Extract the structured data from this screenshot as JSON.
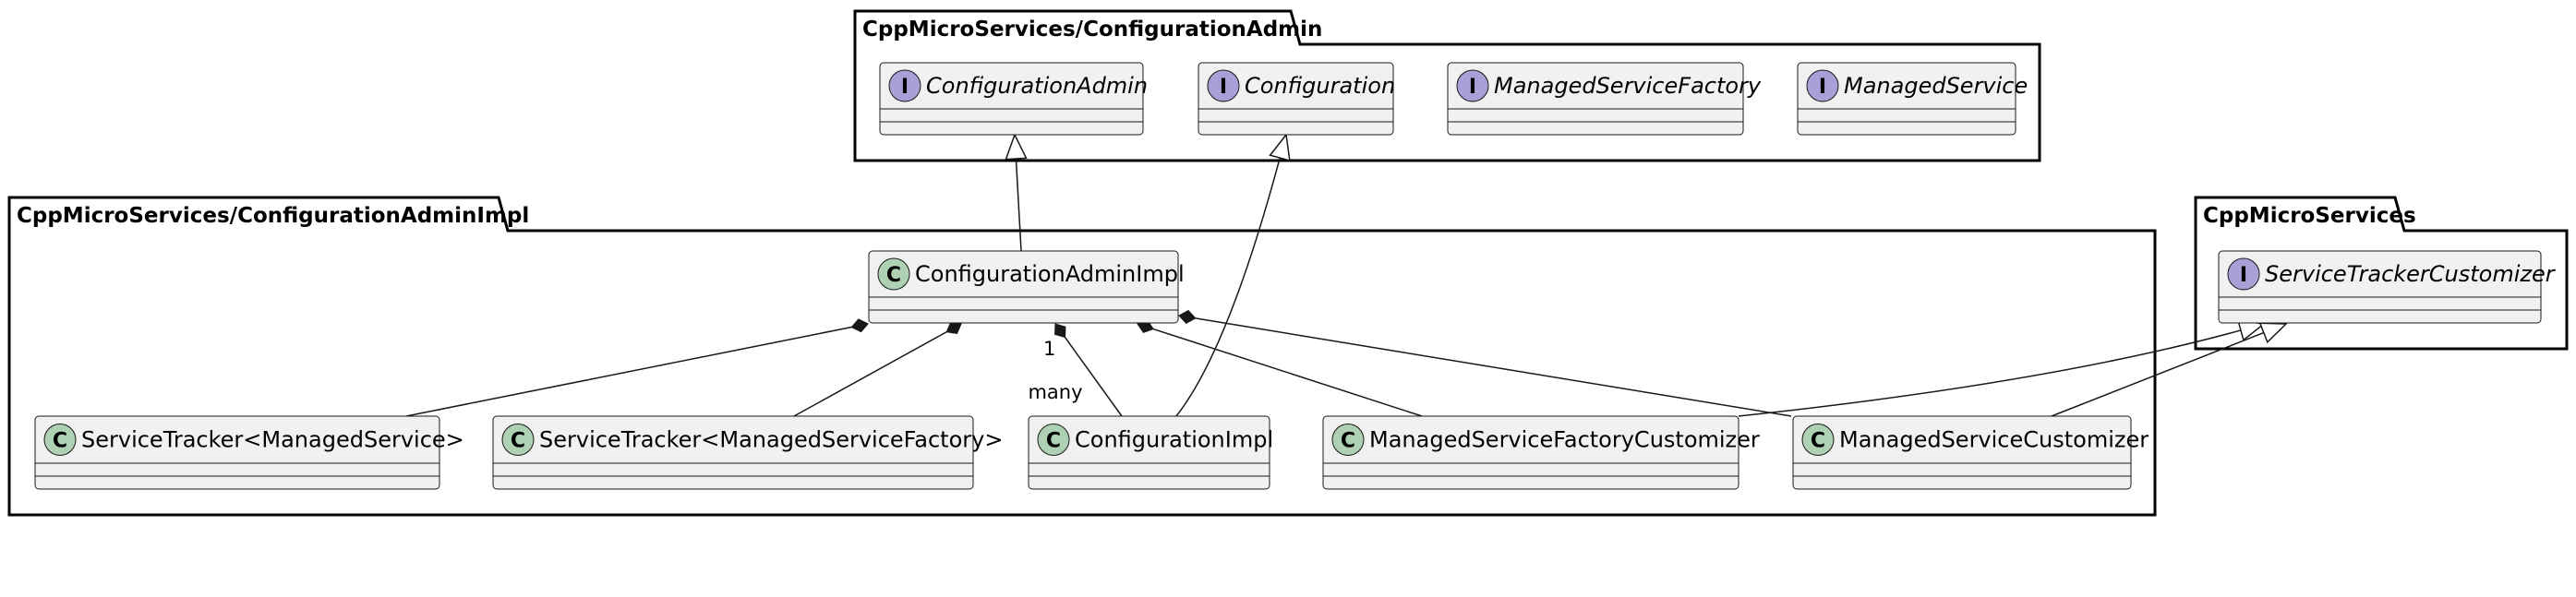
{
  "colors": {
    "class_fill": "#f1f1f1",
    "class_stroke": "#181818",
    "class_badge": "#add1b2",
    "interface_badge": "#a9a0d8",
    "package_stroke": "#000000"
  },
  "packages": [
    {
      "id": "pkg-admin",
      "title": "CppMicroServices/ConfigurationAdmin"
    },
    {
      "id": "pkg-impl",
      "title": "CppMicroServices/ConfigurationAdminImpl"
    },
    {
      "id": "pkg-cms",
      "title": "CppMicroServices"
    }
  ],
  "classes": [
    {
      "id": "ConfigurationAdmin",
      "kind": "interface",
      "label": "ConfigurationAdmin"
    },
    {
      "id": "Configuration",
      "kind": "interface",
      "label": "Configuration"
    },
    {
      "id": "ManagedServiceFactory",
      "kind": "interface",
      "label": "ManagedServiceFactory"
    },
    {
      "id": "ManagedService",
      "kind": "interface",
      "label": "ManagedService"
    },
    {
      "id": "ConfigurationAdminImpl",
      "kind": "class",
      "label": "ConfigurationAdminImpl"
    },
    {
      "id": "STMS",
      "kind": "class",
      "label": "ServiceTracker<ManagedService>"
    },
    {
      "id": "STMSF",
      "kind": "class",
      "label": "ServiceTracker<ManagedServiceFactory>"
    },
    {
      "id": "ConfigurationImpl",
      "kind": "class",
      "label": "ConfigurationImpl"
    },
    {
      "id": "MSFC",
      "kind": "class",
      "label": "ManagedServiceFactoryCustomizer"
    },
    {
      "id": "MSC",
      "kind": "class",
      "label": "ManagedServiceCustomizer"
    },
    {
      "id": "STC",
      "kind": "interface",
      "label": "ServiceTrackerCustomizer"
    }
  ],
  "relations": [
    {
      "from": "ConfigurationAdminImpl",
      "to": "ConfigurationAdmin",
      "type": "realization"
    },
    {
      "from": "ConfigurationImpl",
      "to": "Configuration",
      "type": "realization"
    },
    {
      "from": "ConfigurationAdminImpl",
      "to": "STMS",
      "type": "composition"
    },
    {
      "from": "ConfigurationAdminImpl",
      "to": "STMSF",
      "type": "composition"
    },
    {
      "from": "ConfigurationAdminImpl",
      "to": "ConfigurationImpl",
      "type": "composition",
      "source_mult": "1",
      "target_mult": "many"
    },
    {
      "from": "ConfigurationAdminImpl",
      "to": "MSFC",
      "type": "composition"
    },
    {
      "from": "ConfigurationAdminImpl",
      "to": "MSC",
      "type": "composition"
    },
    {
      "from": "MSFC",
      "to": "STC",
      "type": "realization"
    },
    {
      "from": "MSC",
      "to": "STC",
      "type": "realization"
    }
  ]
}
